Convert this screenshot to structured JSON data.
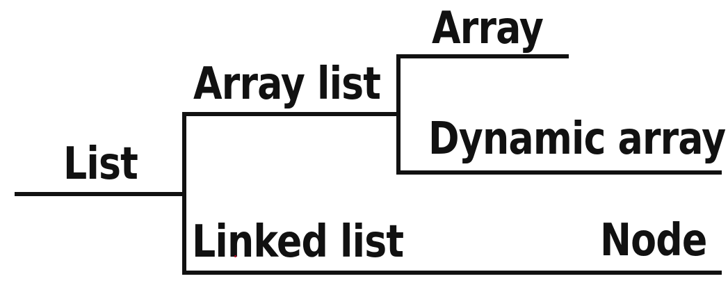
{
  "diagram": {
    "type": "tree",
    "orientation": "left-to-right",
    "tree": {
      "root": {
        "label": "List"
      },
      "branches": [
        {
          "label": "Array list",
          "children": [
            {
              "label": "Array"
            },
            {
              "label": "Dynamic array"
            }
          ]
        },
        {
          "label": "Linked list",
          "children": [
            {
              "label": "Node"
            }
          ]
        }
      ]
    },
    "colors": {
      "text": "#111111",
      "line": "#111111",
      "background": "#ffffff",
      "stray_dot": "#b00020"
    }
  }
}
